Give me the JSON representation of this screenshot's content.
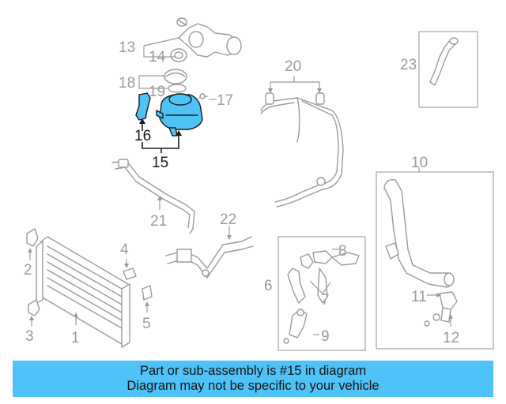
{
  "colors": {
    "highlight": "#4fc3f7",
    "part_grey": "#9b9b9b",
    "text_dark": "#1a1a1a",
    "banner_bg": "#4fc3f7"
  },
  "callouts": {
    "n1": "1",
    "n2": "2",
    "n3": "3",
    "n4": "4",
    "n5": "5",
    "n6": "6",
    "n7": "7",
    "n8": "8",
    "n9": "9",
    "n10": "10",
    "n11": "11",
    "n12": "12",
    "n13": "13",
    "n14": "14",
    "n15": "15",
    "n16": "16",
    "n17": "17",
    "n18": "18",
    "n19": "19",
    "n20": "20",
    "n21": "21",
    "n22": "22",
    "n23": "23"
  },
  "highlighted_part": "15",
  "banner": {
    "line1": "Part or sub-assembly is #15 in diagram",
    "line2": "Diagram may not be specific to your vehicle"
  }
}
